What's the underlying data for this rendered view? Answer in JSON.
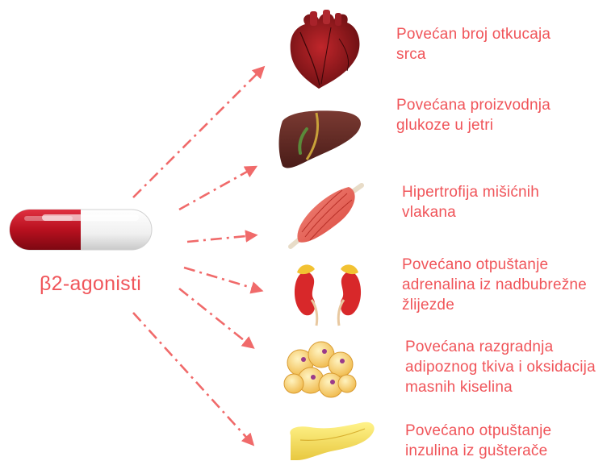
{
  "drug": {
    "label": "β2-agonisti"
  },
  "effects": [
    {
      "organ": "heart",
      "icon": "heart-icon",
      "lines": [
        "Povećan broj otkucaja",
        "srca"
      ]
    },
    {
      "organ": "liver",
      "icon": "liver-icon",
      "lines": [
        "Povećana proizvodnja",
        "glukoze u jetri"
      ]
    },
    {
      "organ": "muscle",
      "icon": "muscle-icon",
      "lines": [
        "Hipertrofija mišićnih",
        "vlakana"
      ]
    },
    {
      "organ": "kidney",
      "icon": "kidney-adrenal-icon",
      "lines": [
        "Povećano otpuštanje",
        "adrenalina iz nadbubrežne",
        "žlijezde"
      ]
    },
    {
      "organ": "fat",
      "icon": "fat-cells-icon",
      "lines": [
        "Povećana razgradnja",
        "adipoznog tkiva i oksidacija",
        "masnih kiselina"
      ]
    },
    {
      "organ": "pancreas",
      "icon": "pancreas-icon",
      "lines": [
        "Povećano otpuštanje",
        "inzulina iz gušterače"
      ]
    }
  ],
  "colors": {
    "accent": "#f0555a",
    "capsule_red": "#c0182a",
    "arrow": "#f06a6a"
  }
}
